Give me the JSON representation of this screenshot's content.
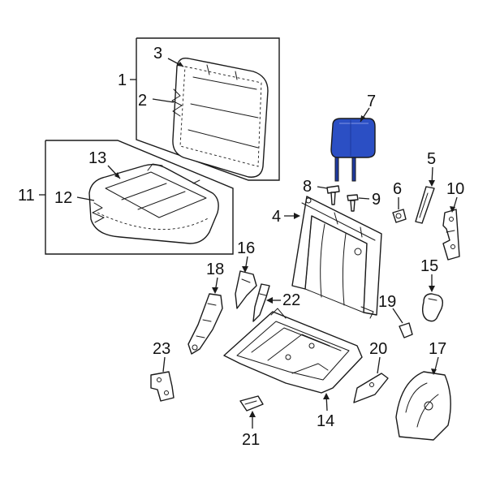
{
  "colors": {
    "highlight": "#2b4fc4",
    "line": "#1a1a1a",
    "background": "#ffffff"
  },
  "callouts": {
    "c1": "1",
    "c2": "2",
    "c3": "3",
    "c4": "4",
    "c5": "5",
    "c6": "6",
    "c7": "7",
    "c8": "8",
    "c9": "9",
    "c10": "10",
    "c11": "11",
    "c12": "12",
    "c13": "13",
    "c14": "14",
    "c15": "15",
    "c16": "16",
    "c17": "17",
    "c18": "18",
    "c19": "19",
    "c20": "20",
    "c21": "21",
    "c22": "22",
    "c23": "23"
  },
  "highlighted_part": "7"
}
